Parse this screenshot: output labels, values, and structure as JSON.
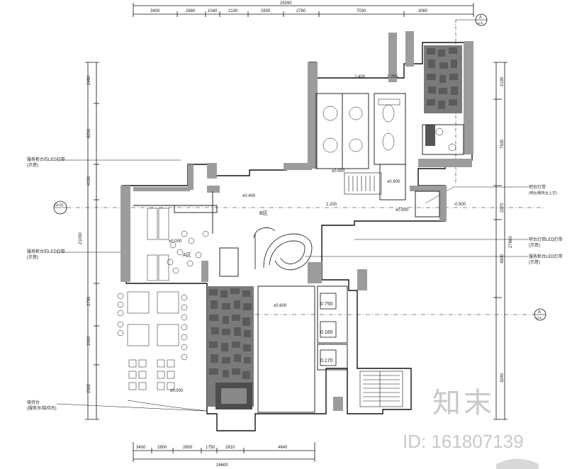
{
  "plan": {
    "top_total": "25090",
    "top_dims": [
      "3400",
      "2680",
      "1040",
      "2130",
      "2830",
      "2760",
      "7030",
      "3060"
    ],
    "bottom_total": "16600",
    "bottom_dims": [
      "3400",
      "2800",
      "2800",
      "1750",
      "2810",
      "4640"
    ],
    "left_dims": [
      "2480",
      "6200",
      "4130",
      "2730",
      "2000",
      "2500"
    ],
    "left_total": "21030",
    "right_dims": [
      "2190",
      "7530",
      "2270",
      "4900",
      "3240"
    ],
    "right_total": "27800",
    "section_tag": "A",
    "section_sub": "GI-B",
    "left_tag": "GI-01",
    "room_a": "A区",
    "room_b": "B区",
    "lifts": [
      "0.750",
      "0.160",
      "0.170"
    ],
    "levels": [
      "±0.000",
      "±0.600",
      "±0.900",
      "±0.900",
      "±0.900",
      "1.200",
      "±0.400",
      "±0.000",
      "-0.900",
      "2.400",
      "2.250"
    ],
    "left_notes": [
      "服务柜台石LED灯带",
      "(示意)",
      "服务柜台石LED灯带",
      "(示意)",
      "接待台",
      "(服务台/接待台)"
    ],
    "right_notes": [
      "吧台灯带",
      "(吧台/服务台上方)",
      "吧台灯带LED灯带",
      "(示意)",
      "服务柜台LED灯带",
      "(示意)"
    ]
  },
  "watermark": {
    "brand": "知末",
    "id": "ID: 161807139"
  },
  "colors": {
    "line": "#111111",
    "wall": "#9c9c9c",
    "stone": "#6d6d6d",
    "watermark": "#c9c9c9"
  }
}
